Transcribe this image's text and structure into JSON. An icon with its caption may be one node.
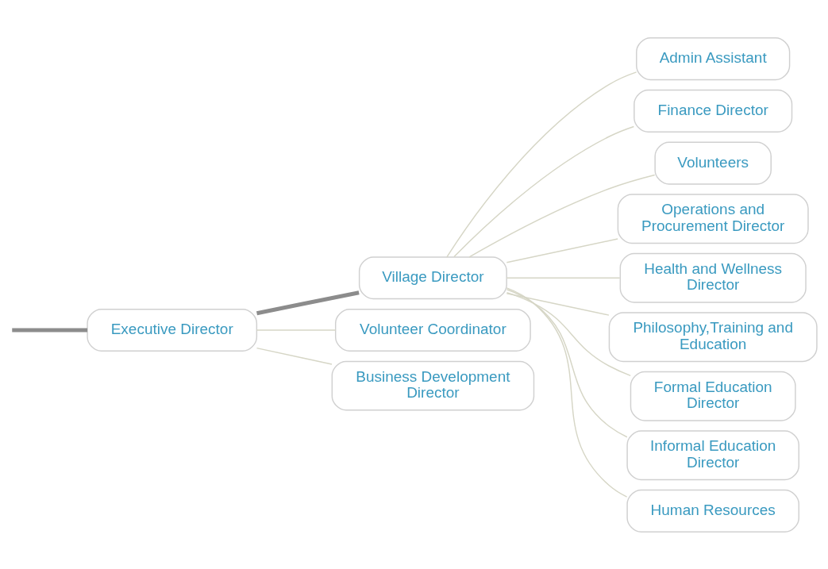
{
  "diagram": {
    "nodes": [
      {
        "text": [
          "Executive Director"
        ]
      },
      {
        "text": [
          "Village Director"
        ]
      },
      {
        "text": [
          "Volunteer Coordinator"
        ]
      },
      {
        "text": [
          "Business Development Director"
        ]
      },
      {
        "text": [
          "Admin Assistant"
        ]
      },
      {
        "text": [
          "Finance Director"
        ]
      },
      {
        "text": [
          "Volunteers"
        ]
      },
      {
        "text": [
          "Operations and Procurement Director"
        ]
      },
      {
        "text": [
          "Health and Wellness Director"
        ]
      },
      {
        "text": [
          "Philosophy,Training and Education"
        ]
      },
      {
        "text": [
          "Formal Education Director"
        ]
      },
      {
        "text": [
          "Informal Education Director"
        ]
      },
      {
        "text": [
          "Human Resources"
        ]
      }
    ],
    "edges": [
      {
        "from": null,
        "to": 0,
        "arrow": "none",
        "style": "thick",
        "color": "#8c8c8c"
      },
      {
        "from": 0,
        "to": 1,
        "arrow": "none",
        "style": "thick",
        "color": "#8c8c8c"
      },
      {
        "from": 0,
        "to": 2,
        "arrow": "none"
      },
      {
        "from": 0,
        "to": 3,
        "arrow": "none"
      },
      {
        "from": 1,
        "to": 4,
        "arrow": "none"
      },
      {
        "from": 1,
        "to": 5,
        "arrow": "none"
      },
      {
        "from": 1,
        "to": 6,
        "arrow": "none"
      },
      {
        "from": 1,
        "to": 7,
        "arrow": "none"
      },
      {
        "from": 1,
        "to": 8,
        "arrow": "none"
      },
      {
        "from": 1,
        "to": 9,
        "arrow": "none"
      },
      {
        "from": 1,
        "to": 10,
        "arrow": "none"
      },
      {
        "from": 1,
        "to": 11,
        "arrow": "none"
      },
      {
        "from": 1,
        "to": 12,
        "arrow": "none"
      }
    ]
  }
}
